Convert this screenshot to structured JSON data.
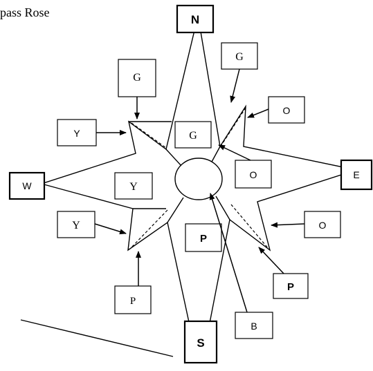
{
  "title": "pass Rose",
  "compass": {
    "north": "N",
    "south": "S",
    "east": "E",
    "west": "W"
  },
  "labels": {
    "g_top_left": "G",
    "g_top_right": "G",
    "g_center": "G",
    "y_left_upper": "Y",
    "y_left_lower": "Y",
    "y_center": "Y",
    "o_upper_right": "O",
    "o_center_right": "O",
    "o_lower_right": "O",
    "p_bottom_left": "P",
    "p_center": "P",
    "p_bottom_right": "P",
    "b_bottom": "B"
  }
}
